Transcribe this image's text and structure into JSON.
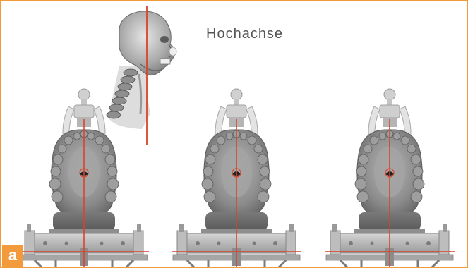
{
  "figure": {
    "axis_title": "Hochachse",
    "panel_letter": "a",
    "colors": {
      "frame": "#f39a3c",
      "axis_line": "#d9432a",
      "panel_label_bg": "#f39a3c",
      "model_gray": "#8d8d8d"
    },
    "icons": [
      "head-spine-icon",
      "dental-articulator-icon"
    ],
    "articulator_count": 3
  }
}
